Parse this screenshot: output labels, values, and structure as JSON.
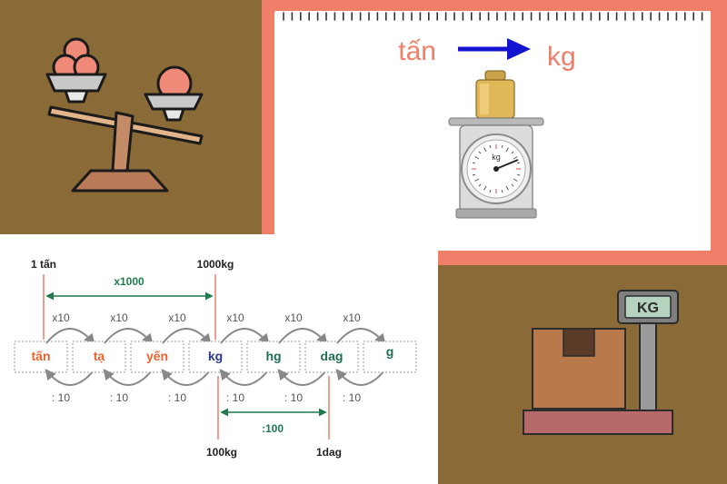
{
  "colors": {
    "olive_bg": "#8a6a36",
    "coral": "#ef7f68",
    "arrow_blue": "#1414d0",
    "green_line": "#1d7a4c",
    "orange_unit": "#e8622a",
    "blue_unit": "#2e3a8c",
    "green_unit": "#1f6e52"
  },
  "convert": {
    "from": "tấn",
    "to": "kg"
  },
  "scale_dial": {
    "unit": "kg"
  },
  "kg_scale": {
    "display": "KG"
  },
  "units": [
    {
      "label": "tấn",
      "color": "#e8622a"
    },
    {
      "label": "tạ",
      "color": "#e8622a"
    },
    {
      "label": "yến",
      "color": "#e8622a"
    },
    {
      "label": "kg",
      "color": "#2e3a8c"
    },
    {
      "label": "hg",
      "color": "#1f6e52"
    },
    {
      "label": "dag",
      "color": "#1f6e52"
    },
    {
      "label": "g",
      "color": "#1f6e52"
    }
  ],
  "multiply_label": "x10",
  "divide_label": ": 10",
  "top_left_label": "1 tấn",
  "top_right_label": "1000kg",
  "top_factor": "x1000",
  "bottom_left_label": "100kg",
  "bottom_right_label": "1dag",
  "bottom_factor": ":100",
  "icons": [
    "balance-scale-icon",
    "kitchen-scale-icon",
    "platform-scale-icon",
    "right-arrow-icon"
  ]
}
